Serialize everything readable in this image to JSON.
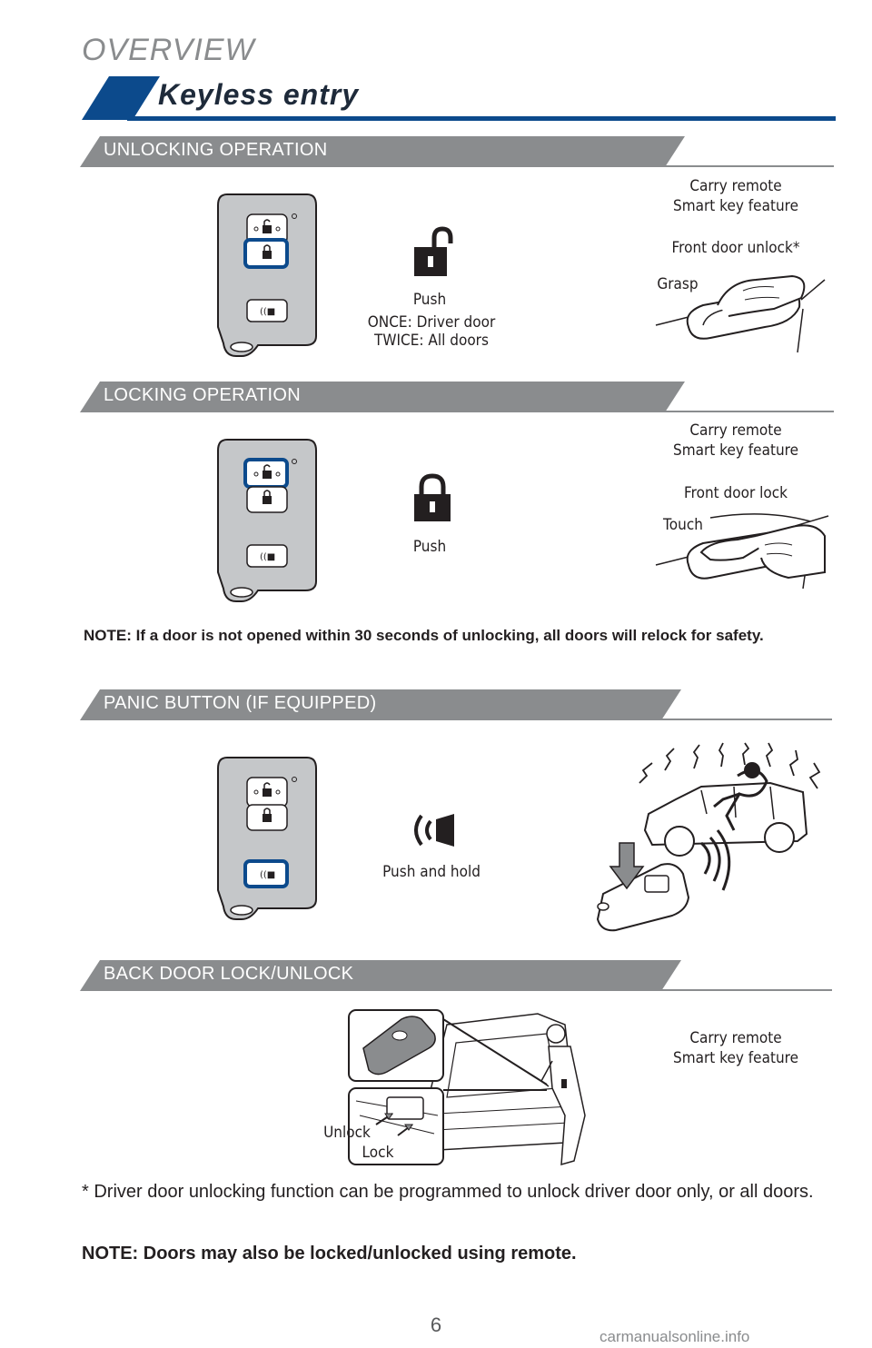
{
  "header": {
    "section": "OVERVIEW",
    "title": "Keyless entry"
  },
  "colors": {
    "accent_blue": "#0c4a8c",
    "band_gray": "#8a8c8e",
    "fob_gray": "#c5c7c9"
  },
  "unlocking": {
    "heading": "UNLOCKING OPERATION",
    "icon": "unlock-icon",
    "push": "Push",
    "once": "ONCE: Driver door",
    "twice": "TWICE: All doors",
    "smart_key_1": "Carry remote",
    "smart_key_2": "Smart key feature",
    "door_label": "Front door unlock*",
    "action": "Grasp"
  },
  "locking": {
    "heading": "LOCKING OPERATION",
    "icon": "lock-icon",
    "push": "Push",
    "smart_key_1": "Carry remote",
    "smart_key_2": "Smart key feature",
    "door_label": "Front door lock",
    "action": "Touch"
  },
  "relock_note": "NOTE: If a door is not opened within 30 seconds of unlocking, all doors will relock for safety.",
  "panic": {
    "heading": "PANIC BUTTON (IF EQUIPPED)",
    "icon": "panic-horn-icon",
    "push": "Push and hold"
  },
  "back_door": {
    "heading": "BACK DOOR LOCK/UNLOCK",
    "smart_key_1": "Carry remote",
    "smart_key_2": "Smart key feature",
    "unlock": "Unlock",
    "lock": "Lock"
  },
  "footnote": "* Driver door unlocking function can be programmed to unlock driver door only, or all doors.",
  "remote_note": "NOTE: Doors may also be locked/unlocked using remote.",
  "page_number": "6",
  "watermark": "carmanualsonline.info"
}
